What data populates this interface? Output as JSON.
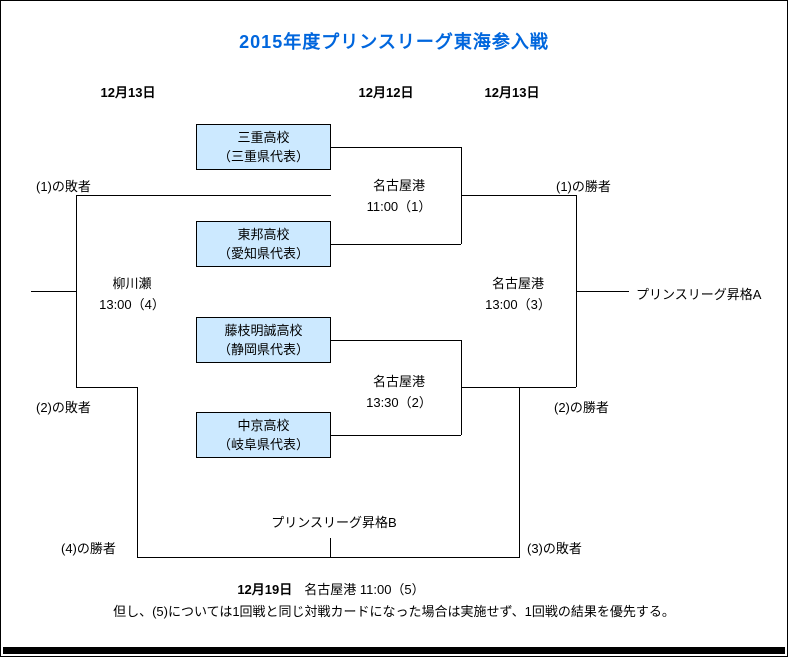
{
  "title": "2015年度プリンスリーグ東海参入戦",
  "dates": [
    "12月13日",
    "12月12日",
    "12月13日"
  ],
  "teams": [
    {
      "name": "三重高校",
      "rep": "（三重県代表）"
    },
    {
      "name": "東邦高校",
      "rep": "（愛知県代表）"
    },
    {
      "name": "藤枝明誠高校",
      "rep": "（静岡県代表）"
    },
    {
      "name": "中京高校",
      "rep": "（岐阜県代表）"
    }
  ],
  "matches": [
    {
      "venue": "名古屋港",
      "time": "11:00（1）"
    },
    {
      "venue": "名古屋港",
      "time": "13:30（2）"
    },
    {
      "venue": "名古屋港",
      "time": "13:00（3）"
    },
    {
      "venue": "柳川瀬",
      "time": "13:00（4）"
    }
  ],
  "labels": {
    "loser1": "(1)の敗者",
    "loser2": "(2)の敗者",
    "winner1": "(1)の勝者",
    "winner2": "(2)の勝者",
    "winner4": "(4)の勝者",
    "loser3": "(3)の敗者",
    "promotion_a": "プリンスリーグ昇格A",
    "promotion_b": "プリンスリーグ昇格B"
  },
  "footer": {
    "match5_date": "12月19日",
    "match5_info": "名古屋港 11:00（5）",
    "note": "但し、(5)については1回戦と同じ対戦カードになった場合は実施せず、1回戦の結果を優先する。"
  },
  "colors": {
    "title_blue": "#0066dd",
    "team_box_fill": "#cce9ff",
    "line_black": "#000000"
  }
}
